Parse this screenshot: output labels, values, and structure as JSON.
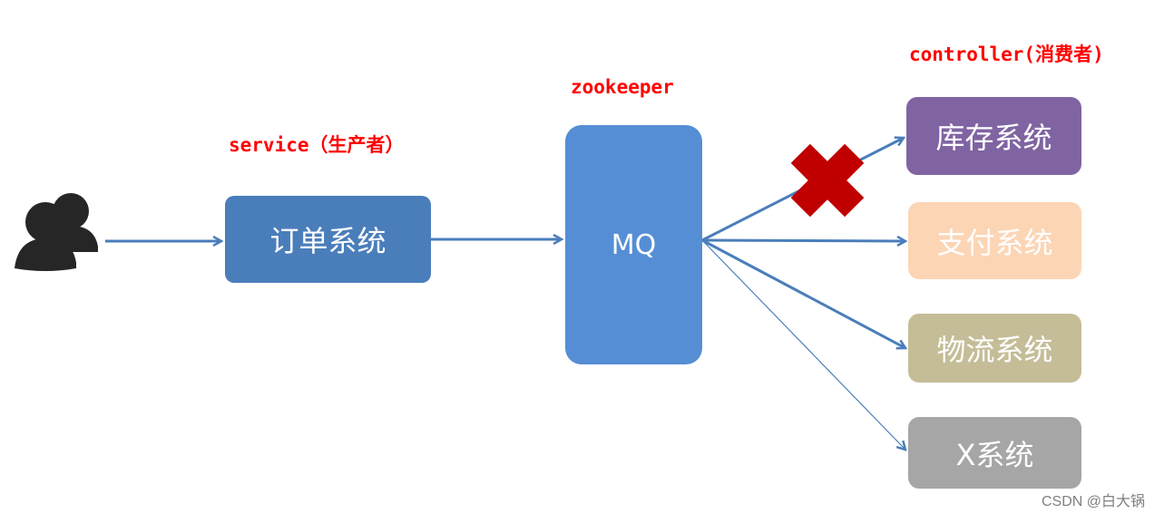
{
  "labels": {
    "producer": "service（生产者）",
    "broker": "zookeeper",
    "consumer": "controller(消费者)"
  },
  "nodes": {
    "order": {
      "label": "订单系统",
      "color": "#4a7ebb"
    },
    "mq": {
      "label": "MQ",
      "color": "#558ed5"
    },
    "inventory": {
      "label": "库存系统",
      "color": "#8064a2"
    },
    "payment": {
      "label": "支付系统",
      "color": "#fcd5b5"
    },
    "logistics": {
      "label": "物流系统",
      "color": "#c4bd97"
    },
    "x": {
      "label": "X系统",
      "color": "#a6a6a6"
    }
  },
  "icons": {
    "users": "users-icon",
    "failure": "red-cross-icon"
  },
  "colors": {
    "arrow": "#4a7ebb",
    "label_text": "#ff0000",
    "failure_mark": "#c00000"
  },
  "watermark": "CSDN @白大锅"
}
